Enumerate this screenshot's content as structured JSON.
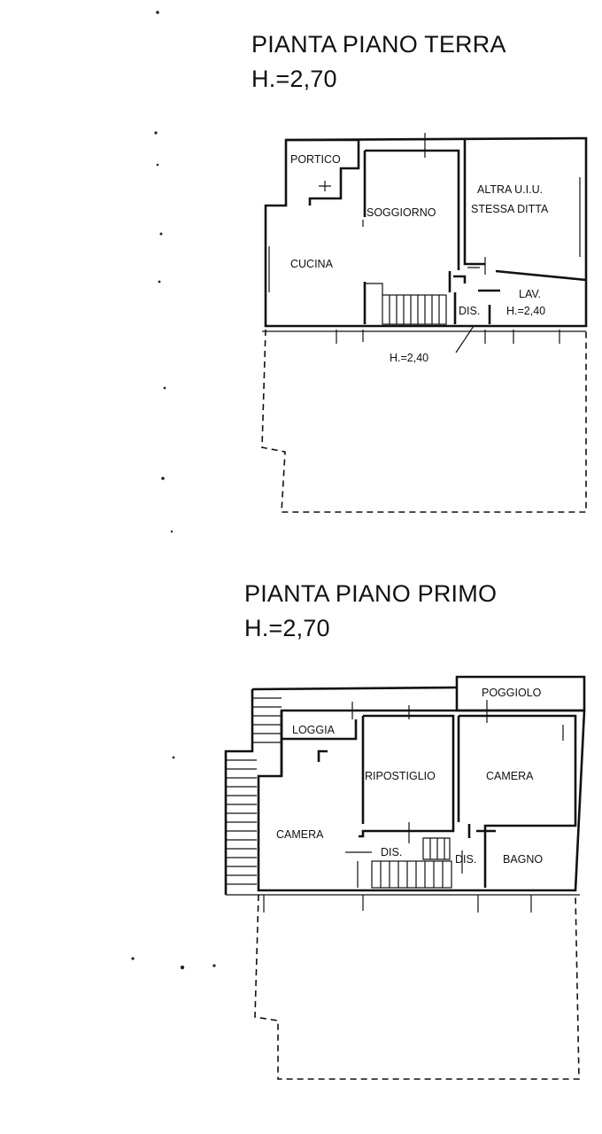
{
  "ground_floor": {
    "title": "PIANTA PIANO TERRA",
    "height": "H.=2,70",
    "rooms": {
      "portico": "PORTICO",
      "soggiorno": "SOGGIORNO",
      "altra_line1": "ALTRA U.I.U.",
      "altra_line2": "STESSA DITTA",
      "cucina": "CUCINA",
      "lav": "LAV.",
      "lav_height": "H.=2,40",
      "dis": "DIS.",
      "basement_height": "H.=2,40"
    }
  },
  "first_floor": {
    "title": "PIANTA PIANO PRIMO",
    "height": "H.=2,70",
    "rooms": {
      "poggiolo": "POGGIOLO",
      "loggia": "LOGGIA",
      "ripostiglio": "RIPOSTIGLIO",
      "camera_right": "CAMERA",
      "camera_left": "CAMERA",
      "dis_left": "DIS.",
      "dis_right": "DIS.",
      "bagno": "BAGNO"
    }
  }
}
